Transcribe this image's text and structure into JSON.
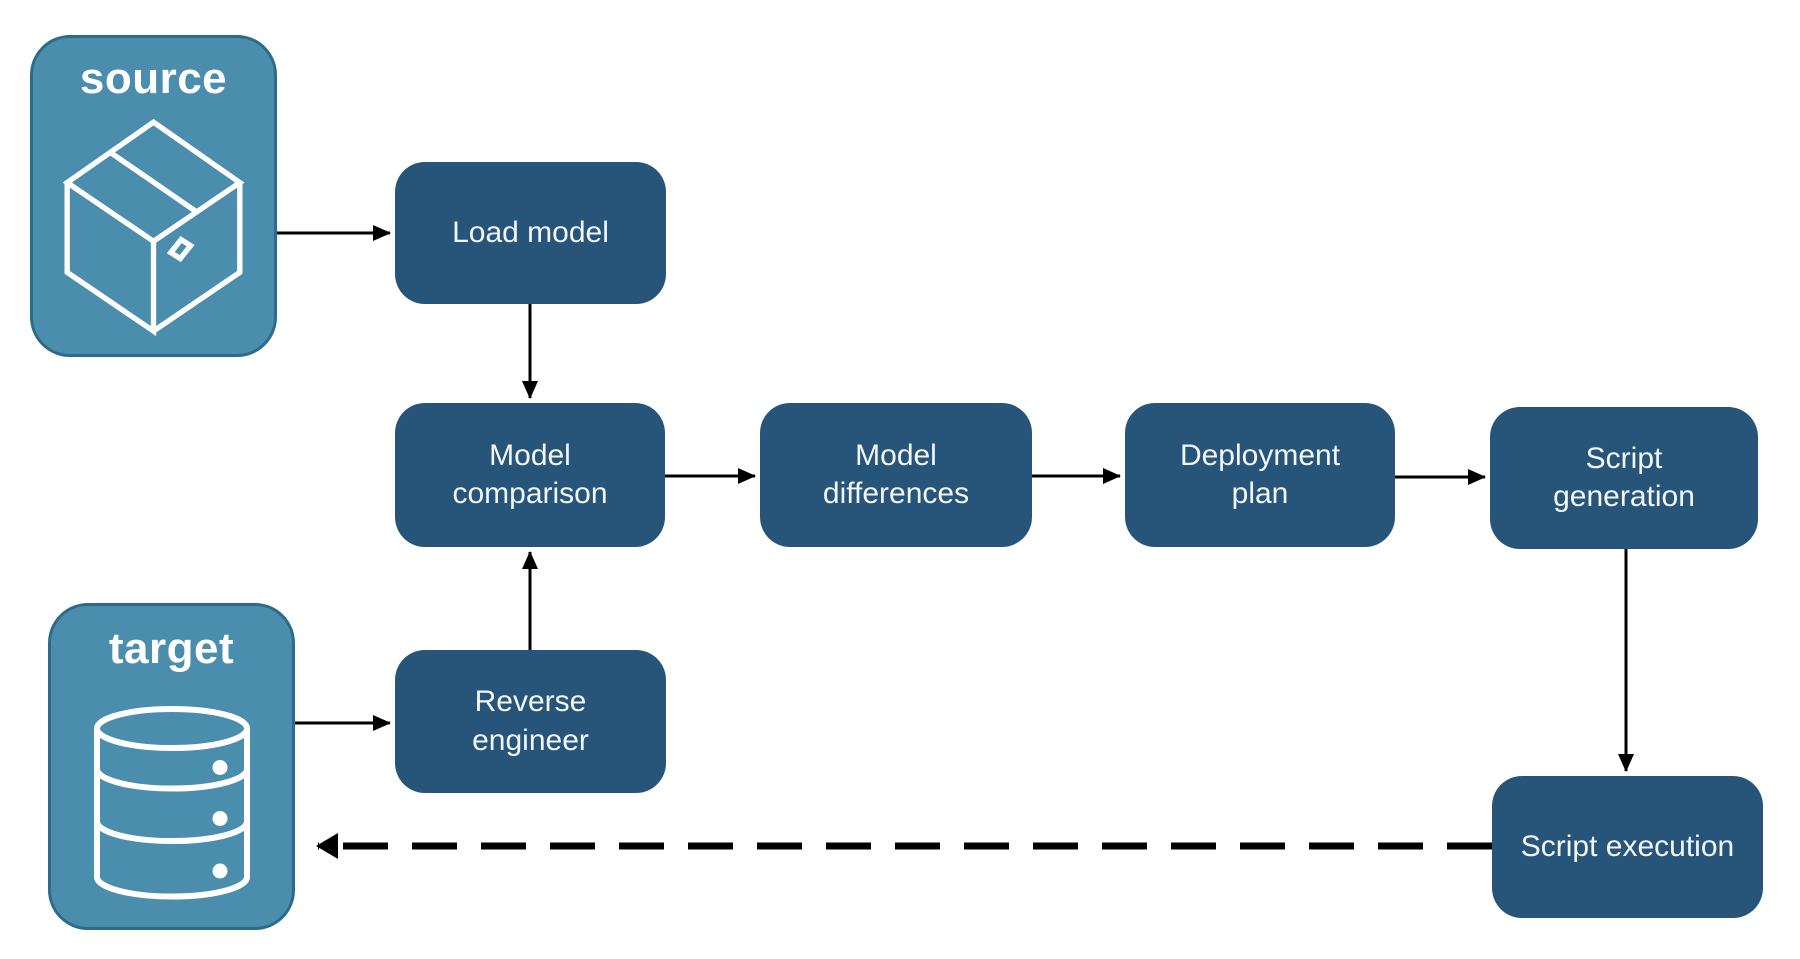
{
  "diagram": {
    "source_label": "source",
    "target_label": "target",
    "nodes": {
      "load_model": "Load model",
      "model_comparison": "Model comparison",
      "model_differences": "Model differences",
      "deployment_plan": "Deployment plan",
      "script_generation": "Script generation",
      "reverse_engineer": "Reverse engineer",
      "script_execution": "Script execution"
    },
    "icons": {
      "source": "package-icon",
      "target": "database-icon"
    },
    "flow": [
      "source -> Load model",
      "Load model -> Model comparison",
      "target -> Reverse engineer",
      "Reverse engineer -> Model comparison",
      "Model comparison -> Model differences",
      "Model differences -> Deployment plan",
      "Deployment plan -> Script generation",
      "Script generation -> Script execution",
      "Script execution -> target (dashed)"
    ],
    "colors": {
      "entity_fill": "#4A8DAD",
      "entity_border": "#2E6B88",
      "node_fill": "#27557A",
      "text": "#FFFFFF",
      "arrow": "#000000"
    }
  }
}
